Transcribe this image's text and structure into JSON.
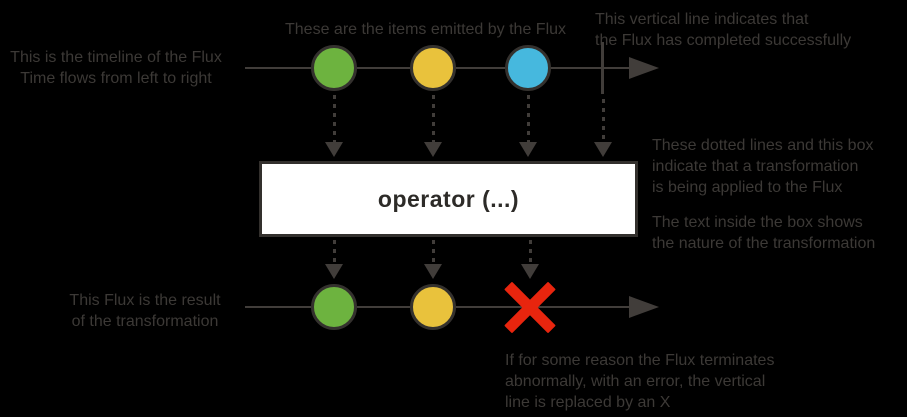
{
  "colors": {
    "background": "#000000",
    "line": "#413d3a",
    "text": "#3c3936",
    "marble_border": "#34312e",
    "green": "#6db33f",
    "yellow": "#e9c23c",
    "blue": "#46b8de",
    "error_red": "#e8250e",
    "box_bg": "#ffffff",
    "box_border": "#33302d",
    "box_text": "#2d2b28"
  },
  "annotations": {
    "timeline_label": "This is the timeline of the Flux\nTime flows from left to right",
    "items_label": "These are the items emitted by the Flux",
    "complete_label": "This vertical line indicates that\nthe Flux has completed successfully",
    "transform_label": "These dotted lines and this box\nindicate that a transformation\nis being applied to the Flux",
    "box_text_label": "The text inside the box shows\nthe nature of the transformation",
    "result_label": "This Flux is the result\nof the transformation",
    "error_label": "If for some reason the Flux terminates\nabnormally, with an error, the vertical\nline is replaced by an X"
  },
  "operator": {
    "label": "operator (...)"
  },
  "source_flux": {
    "terminal": "complete",
    "marbles": [
      {
        "label": "green item",
        "color": "#6db33f"
      },
      {
        "label": "yellow item",
        "color": "#e9c23c"
      },
      {
        "label": "blue item",
        "color": "#46b8de"
      }
    ]
  },
  "result_flux": {
    "terminal": "error",
    "marbles": [
      {
        "label": "green item",
        "color": "#6db33f"
      },
      {
        "label": "yellow item",
        "color": "#e9c23c"
      }
    ]
  }
}
